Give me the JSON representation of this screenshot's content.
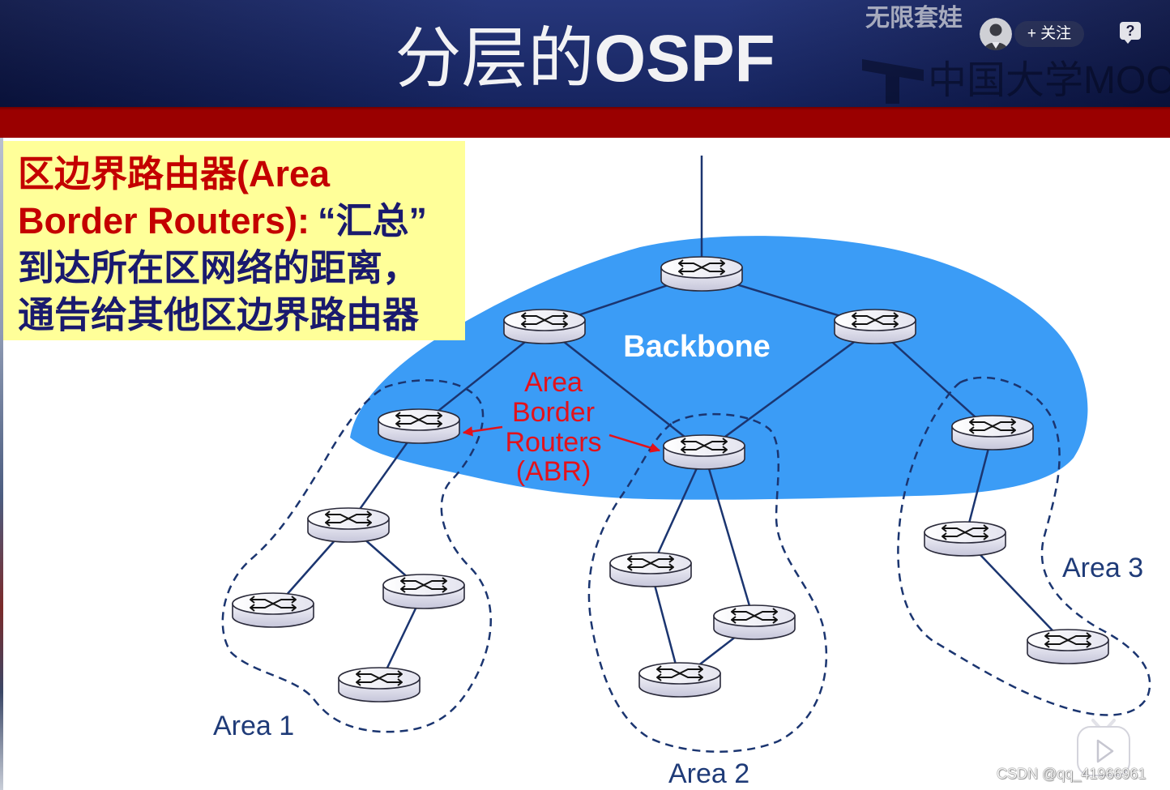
{
  "title": {
    "part1": "分层的",
    "part2": "OSPF"
  },
  "player_overlay": {
    "uploader_name": "无限套娃",
    "follow_label": "+ 关注",
    "help_label": "?",
    "watermark": "CSDN @qq_41966961"
  },
  "logo": {
    "text": "中国大学MOOC"
  },
  "note": {
    "line1": "区边界路由器(Area",
    "line2_term": "Border Routers):",
    "line2_quote": "“汇总”",
    "line3": "到达所在区网络的距离，",
    "line4": "通告给其他区边界路由器"
  },
  "diagram": {
    "backbone_label": "Backbone",
    "abr_label_lines": [
      "Area",
      "Border",
      "Routers",
      "(ABR)"
    ],
    "area_labels": [
      "Area 1",
      "Area 2",
      "Area 3"
    ]
  },
  "icons": {
    "avatar": "avatar",
    "help": "help-icon",
    "play": "play-icon",
    "router": "router-icon",
    "logo": "mooc-logo-icon"
  },
  "colors": {
    "banner_dark": "#0b1546",
    "banner_mid": "#1b2c74",
    "red_band": "#9a0000",
    "note_bg": "#ffff99",
    "note_red": "#c40000",
    "note_navy": "#1a1a6e",
    "backbone_blue": "#3b9cf6",
    "link_navy": "#1b3570",
    "abr_red": "#e3121b",
    "area_label": "#1f3b78"
  }
}
